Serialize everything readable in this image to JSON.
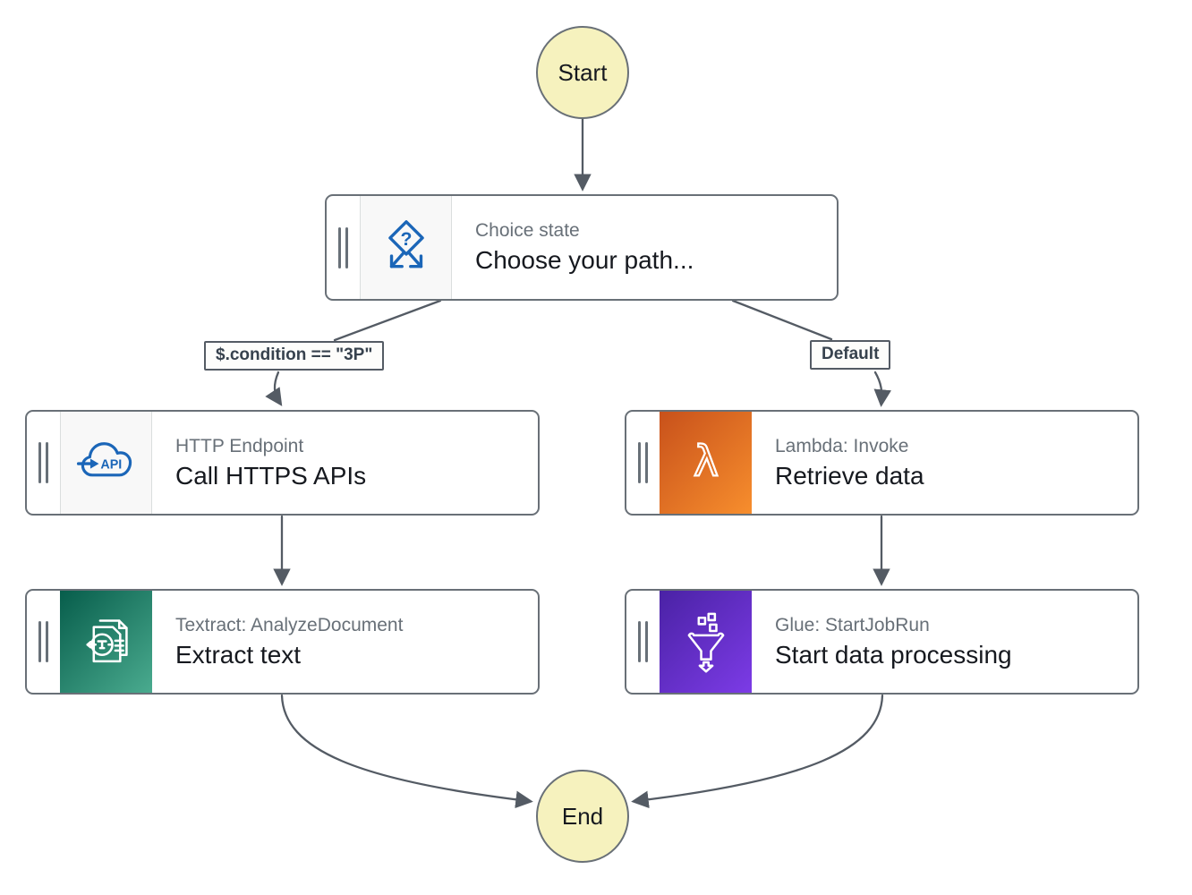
{
  "workflow": {
    "start": {
      "label": "Start"
    },
    "end": {
      "label": "End"
    },
    "nodes": {
      "choice": {
        "type_label": "Choice state",
        "name": "Choose your path..."
      },
      "http": {
        "type_label": "HTTP Endpoint",
        "name": "Call HTTPS APIs"
      },
      "lambda": {
        "type_label": "Lambda: Invoke",
        "name": "Retrieve data"
      },
      "textract": {
        "type_label": "Textract: AnalyzeDocument",
        "name": "Extract text"
      },
      "glue": {
        "type_label": "Glue: StartJobRun",
        "name": "Start data processing"
      }
    },
    "edge_labels": {
      "condition": "$.condition == \"3P\"",
      "default": "Default"
    },
    "icons": {
      "choice": "choice-branch-icon",
      "http": "api-cloud-icon",
      "http_badge_text": "API",
      "lambda": "lambda-icon",
      "textract": "textract-document-scan-icon",
      "glue": "glue-funnel-icon",
      "drag_handle": "drag-handle-icon"
    },
    "colors": {
      "node_border": "#697077",
      "edge_stroke": "#545B64",
      "terminal_fill": "#F6F2BE",
      "icon_blue": "#1B66B8",
      "type_text": "#687078",
      "name_text": "#16191F",
      "lambda_gradient_start": "#C8511B",
      "lambda_gradient_end": "#F78E2D",
      "textract_gradient_start": "#075D4B",
      "textract_gradient_end": "#4AAB8F",
      "glue_gradient_start": "#4A22A5",
      "glue_gradient_end": "#7C3BE6"
    }
  }
}
